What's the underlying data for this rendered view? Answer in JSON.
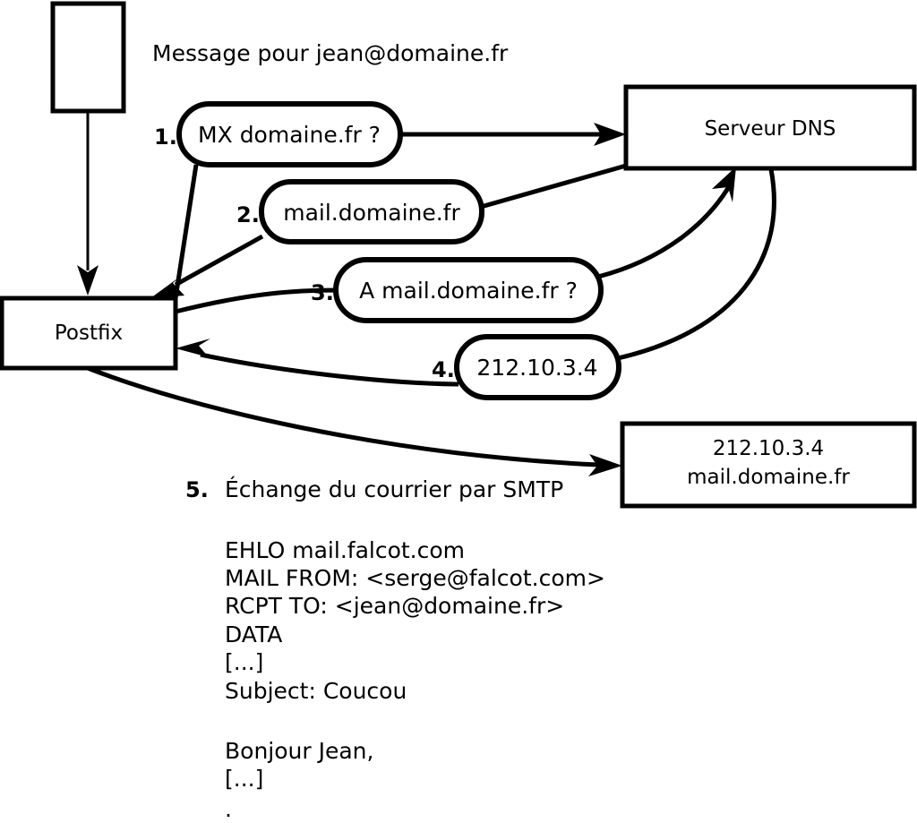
{
  "diagram": {
    "caption": "Message pour jean@domaine.fr",
    "nodes": {
      "mua": {
        "label": ""
      },
      "postfix": {
        "label": "Postfix"
      },
      "dns": {
        "label": "Serveur DNS"
      },
      "mailserver": {
        "line1": "212.10.3.4",
        "line2": "mail.domaine.fr"
      }
    },
    "steps": [
      {
        "number": "1.",
        "label": "MX domaine.fr ?"
      },
      {
        "number": "2.",
        "label": "mail.domaine.fr"
      },
      {
        "number": "3.",
        "label": "A mail.domaine.fr ?"
      },
      {
        "number": "4.",
        "label": "212.10.3.4"
      },
      {
        "number": "5.",
        "label": "Échange du courrier par SMTP"
      }
    ],
    "transcript": [
      "EHLO mail.falcot.com",
      "MAIL FROM: <serge@falcot.com>",
      "RCPT TO: <jean@domaine.fr>",
      "DATA",
      "[...]",
      "Subject: Coucou",
      "",
      "Bonjour Jean,",
      "[...]",
      "."
    ],
    "colors": {
      "stroke": "#000000",
      "fill": "#ffffff",
      "text": "#000000"
    }
  }
}
